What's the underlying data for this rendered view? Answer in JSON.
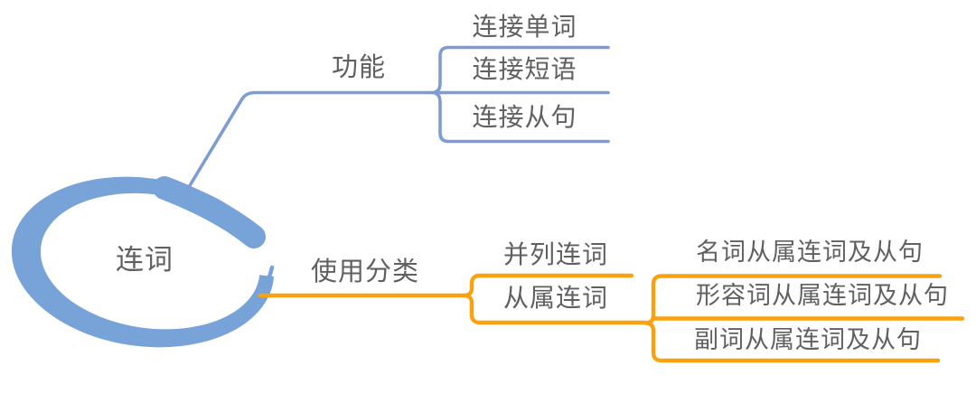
{
  "colors": {
    "background": "#ffffff",
    "node_blue": "#78A3D9",
    "blue_line": "#7D9CD4",
    "orange": "#F9A10E",
    "text": "#606060"
  },
  "mindmap": {
    "root": {
      "label": "连词"
    },
    "branches": [
      {
        "label": "功能",
        "children": [
          {
            "label": "连接单词"
          },
          {
            "label": "连接短语"
          },
          {
            "label": "连接从句"
          }
        ]
      },
      {
        "label": "使用分类",
        "children": [
          {
            "label": "并列连词"
          },
          {
            "label": "从属连词",
            "children": [
              {
                "label": "名词从属连词及从句"
              },
              {
                "label": "形容词从属连词及从句"
              },
              {
                "label": "副词从属连词及从句"
              }
            ]
          }
        ]
      }
    ]
  }
}
